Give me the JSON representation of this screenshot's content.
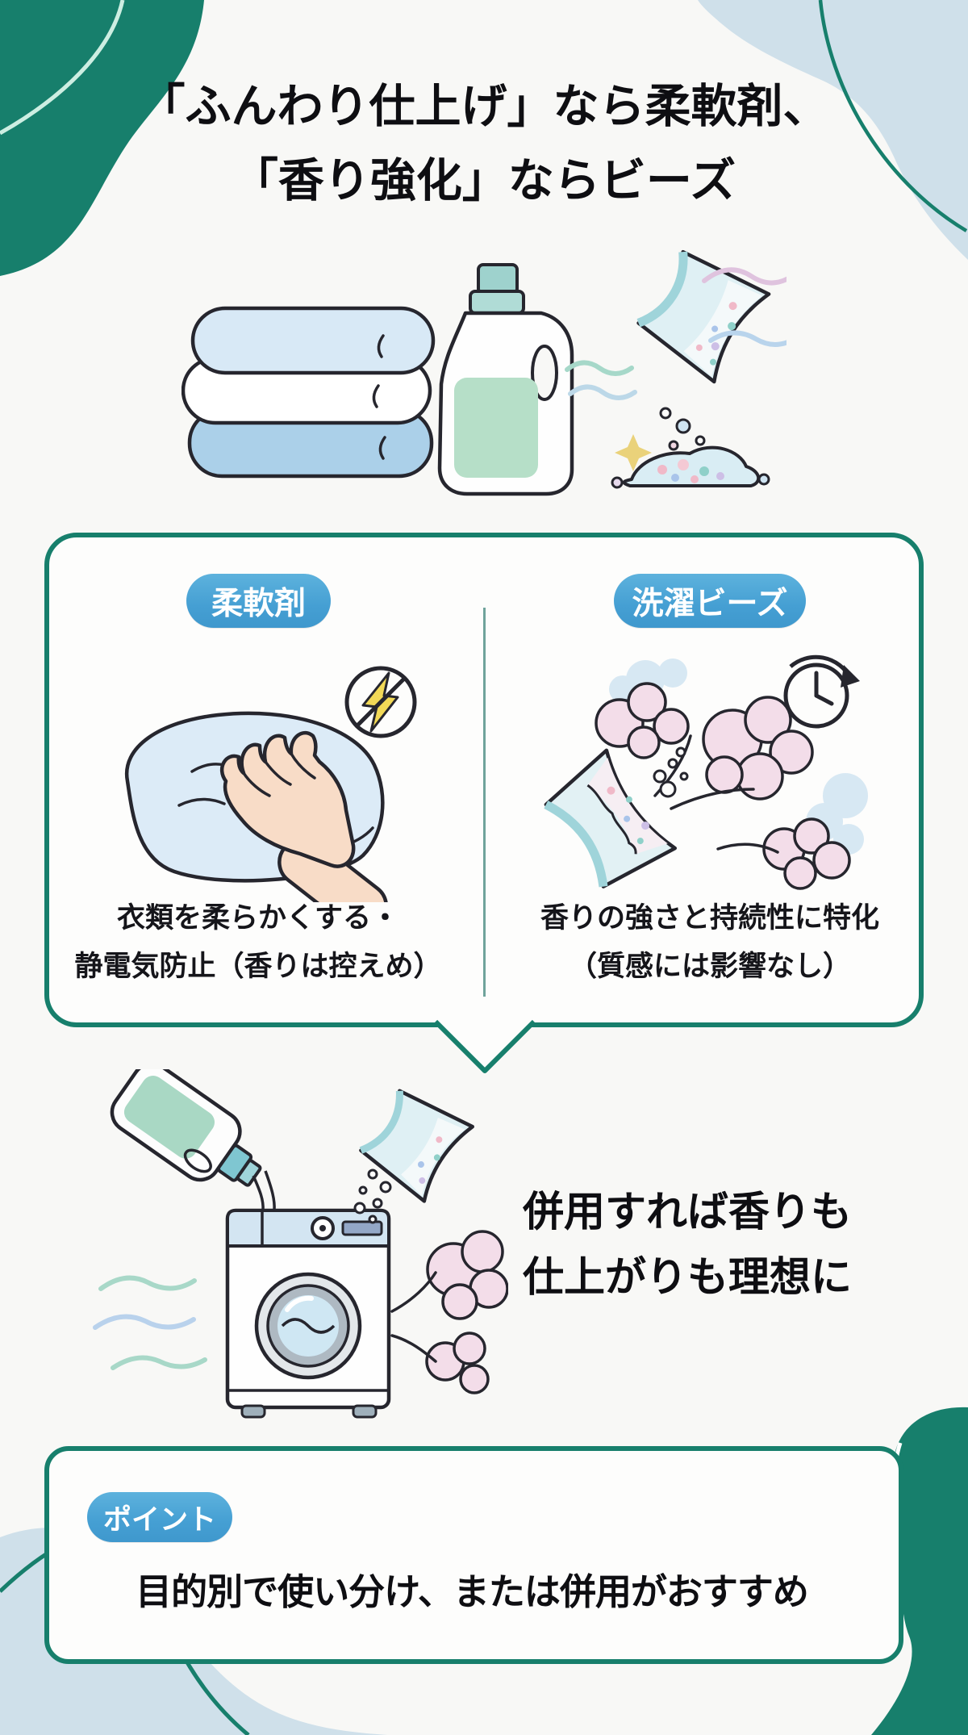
{
  "title": {
    "line1": "「ふんわり仕上げ」なら柔軟剤、",
    "line2": "「香り強化」ならビーズ"
  },
  "comparison": {
    "left": {
      "badge": "柔軟剤",
      "desc_line1": "衣類を柔らかくする・",
      "desc_line2": "静電気防止（香りは控えめ）"
    },
    "right": {
      "badge": "洗濯ビーズ",
      "desc_line1": "香りの強さと持続性に特化",
      "desc_line2": "（質感には影響なし）"
    }
  },
  "combo": {
    "line1": "併用すれば香りも",
    "line2": "仕上がりも理想に"
  },
  "point": {
    "badge": "ポイント",
    "text": "目的別で使い分け、または併用がおすすめ"
  },
  "icons": {
    "anti_static": "crossed-lightning-circle",
    "long_lasting": "clock-with-arrow"
  },
  "colors": {
    "accent_teal": "#177F6C",
    "badge_blue": "#45A0D3",
    "blob_light_blue": "#CFE0EA",
    "outline_ink": "#26262E",
    "background": "#F8F8F6"
  }
}
